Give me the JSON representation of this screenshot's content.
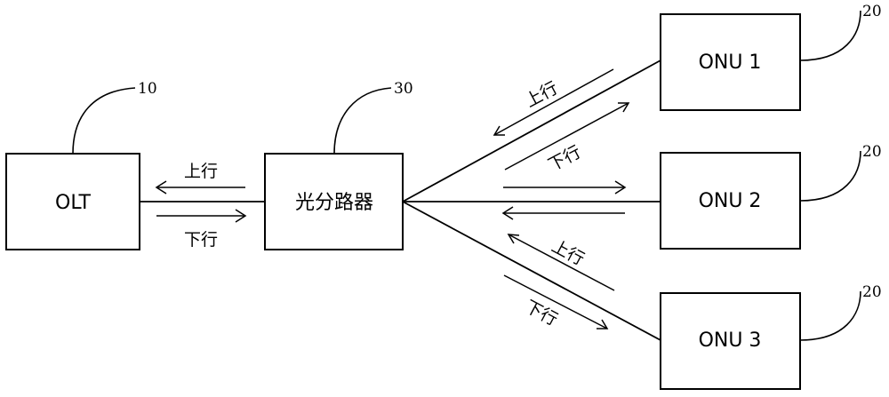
{
  "nodes": {
    "olt": {
      "label": "OLT",
      "ref": "10"
    },
    "splitter": {
      "label": "光分路器",
      "ref": "30"
    },
    "onu1": {
      "label": "ONU 1",
      "ref": "20"
    },
    "onu2": {
      "label": "ONU 2",
      "ref": "20"
    },
    "onu3": {
      "label": "ONU 3",
      "ref": "20"
    }
  },
  "directions": {
    "upstream": "上行",
    "downstream": "下行"
  }
}
